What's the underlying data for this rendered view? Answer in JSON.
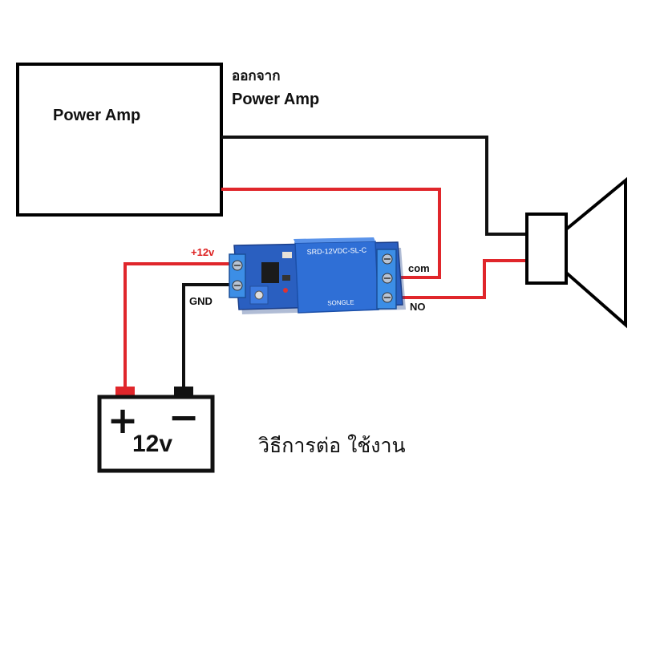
{
  "power_amp": {
    "label": "Power Amp"
  },
  "output": {
    "line1": "ออกจาก",
    "line2": "Power Amp"
  },
  "relay": {
    "vcc_label": "+12v",
    "gnd_label": "GND",
    "com_label": "com",
    "no_label": "NO",
    "model": "SRD-12VDC-SL-C",
    "brand": "SONGLE"
  },
  "battery": {
    "voltage": "12v",
    "plus": "+",
    "minus": "−"
  },
  "caption": "วิธีการต่อ ใช้งาน",
  "colors": {
    "wire_positive": "#e0262b",
    "wire_negative": "#111111",
    "relay_board": "#2a5fc0",
    "relay_cube": "#2f6fd6",
    "terminal_block": "#3c8ee6"
  }
}
